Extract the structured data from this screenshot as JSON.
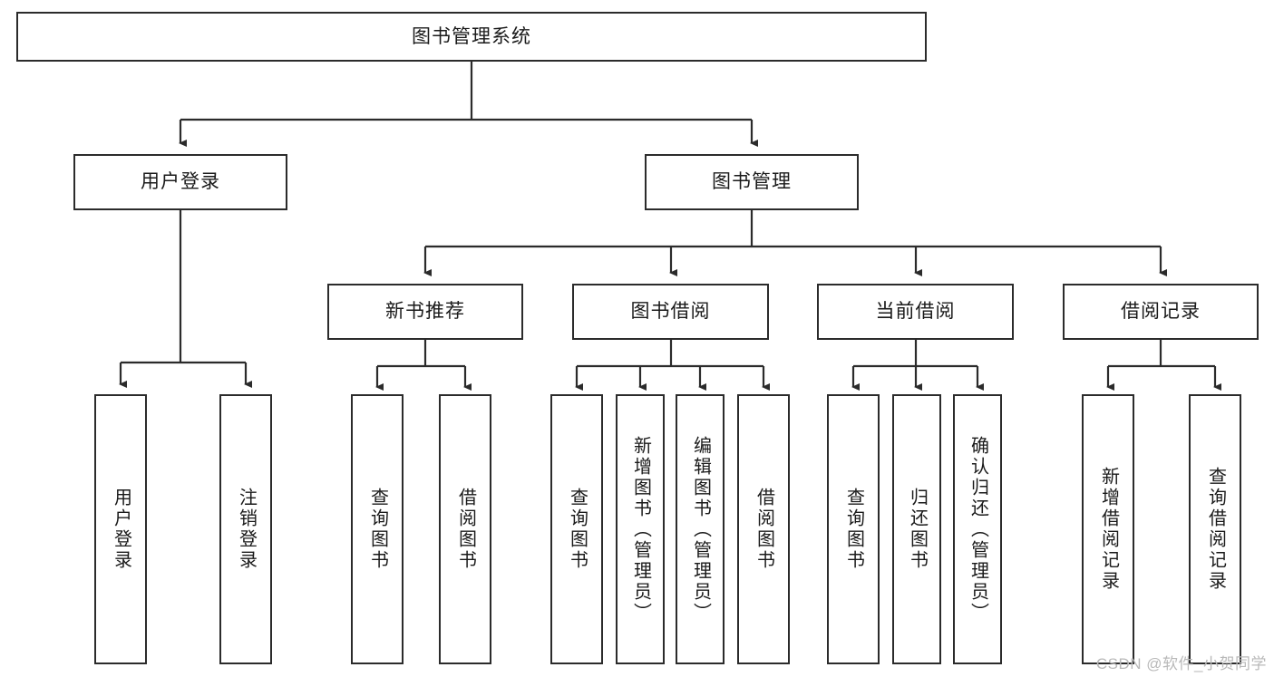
{
  "diagram": {
    "title": "图书管理系统",
    "type": "tree",
    "watermark": "CSDN @软件_小贺同学",
    "colors": {
      "box_border": "#2b2b2b",
      "box_fill": "#ffffff",
      "line": "#2b2b2b",
      "text": "#1a1a1a",
      "watermark": "#b9b9b9"
    },
    "root": {
      "label": "图书管理系统"
    },
    "level2": [
      {
        "label": "用户登录"
      },
      {
        "label": "图书管理"
      }
    ],
    "level3": [
      {
        "label": "新书推荐"
      },
      {
        "label": "图书借阅"
      },
      {
        "label": "当前借阅"
      },
      {
        "label": "借阅记录"
      }
    ],
    "leaves": {
      "user_login": [
        {
          "label": "用户登录"
        },
        {
          "label": "注销登录"
        }
      ],
      "new_book_recommend": [
        {
          "label": "查询图书"
        },
        {
          "label": "借阅图书"
        }
      ],
      "book_borrow": [
        {
          "label": "查询图书"
        },
        {
          "label": "新增图书（管理员）"
        },
        {
          "label": "编辑图书（管理员）"
        },
        {
          "label": "借阅图书"
        }
      ],
      "current_borrow": [
        {
          "label": "查询图书"
        },
        {
          "label": "归还图书"
        },
        {
          "label": "确认归还（管理员）"
        }
      ],
      "borrow_record": [
        {
          "label": "新增借阅记录"
        },
        {
          "label": "查询借阅记录"
        }
      ]
    }
  }
}
